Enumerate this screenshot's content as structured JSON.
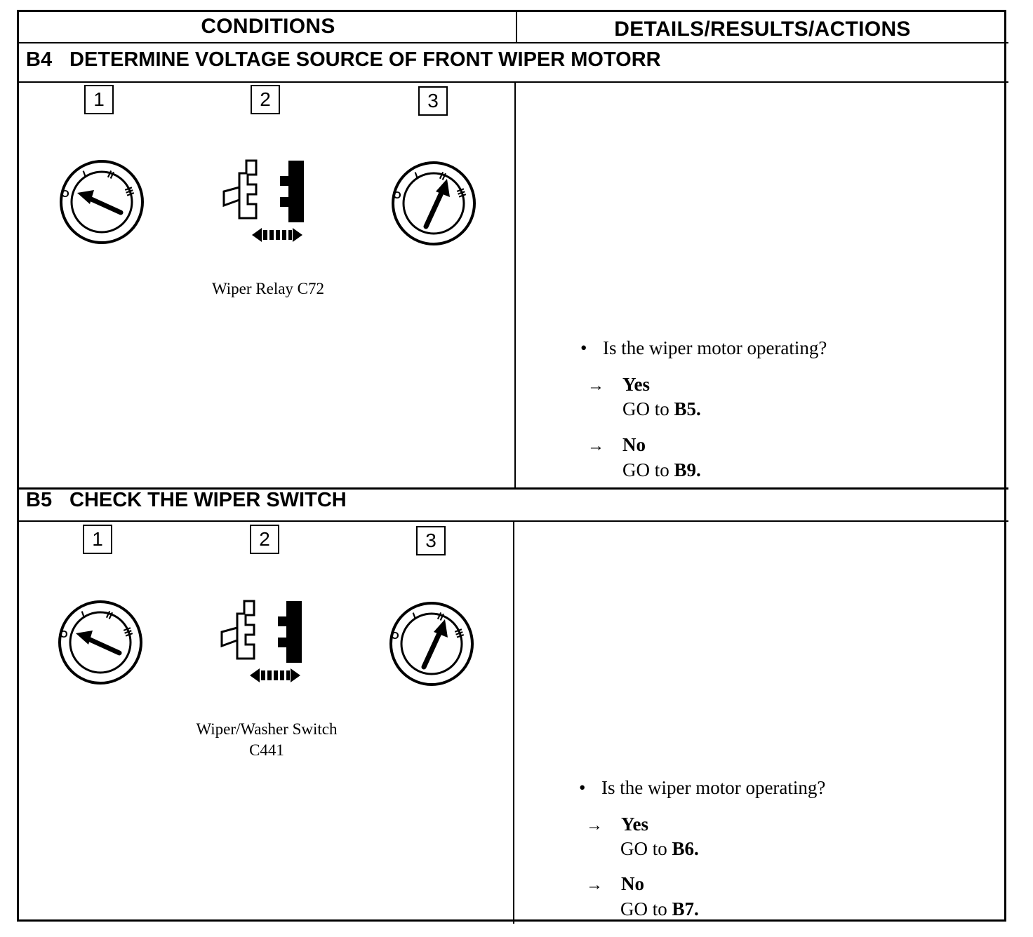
{
  "header": {
    "conditions": "CONDITIONS",
    "details": "DETAILS/RESULTS/ACTIONS"
  },
  "steps": [
    {
      "code": "B4",
      "title": "DETERMINE VOLTAGE SOURCE OF FRONT WIPER MOTORR",
      "boxes": [
        "1",
        "2",
        "3"
      ],
      "caption": "Wiper Relay C72",
      "caption_line2": "",
      "question": "Is the wiper motor operating?",
      "answers": [
        {
          "label": "Yes",
          "go_text": "GO to",
          "target": "B5."
        },
        {
          "label": "No",
          "go_text": "GO to",
          "target": "B9."
        }
      ]
    },
    {
      "code": "B5",
      "title": "CHECK THE WIPER SWITCH",
      "boxes": [
        "1",
        "2",
        "3"
      ],
      "caption": "Wiper/Washer Switch",
      "caption_line2": "C441",
      "question": "Is the wiper motor operating?",
      "answers": [
        {
          "label": "Yes",
          "go_text": "GO to",
          "target": "B6."
        },
        {
          "label": "No",
          "go_text": "GO to",
          "target": "B7."
        }
      ]
    }
  ],
  "icons": {
    "ignition_off": "ignition-switch-off-icon",
    "connector": "connector-disconnect-icon",
    "ignition_run": "ignition-switch-run-icon"
  },
  "symbols": {
    "bullet": "•",
    "arrow": "→",
    "dial_off": "O",
    "dial_1": "I",
    "dial_2": "II",
    "dial_3": "III"
  }
}
